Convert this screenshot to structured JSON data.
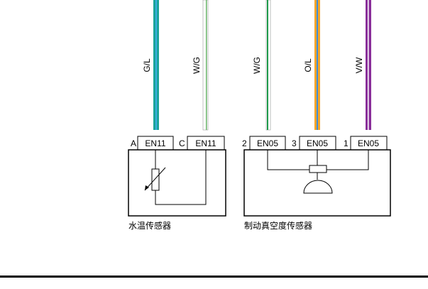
{
  "wires": [
    {
      "label": "G/L",
      "color": "#1aa39a",
      "stripe": "#3aaee0"
    },
    {
      "label": "W/G",
      "color": "#ffffff",
      "stripe": "#6ab56a"
    },
    {
      "label": "W/G",
      "color": "#ffffff",
      "stripe": "#1e9a4a"
    },
    {
      "label": "O/L",
      "color": "#f2a52c",
      "stripe": "#3f8ed6"
    },
    {
      "label": "V/W",
      "color": "#8a2f9a",
      "stripe": "#ffffff"
    }
  ],
  "water_temp_sensor": {
    "name": "水温传感器",
    "pins": [
      {
        "pin": "A",
        "connector": "EN11"
      },
      {
        "pin": "C",
        "connector": "EN11"
      }
    ]
  },
  "vacuum_sensor": {
    "name": "制动真空度传感器",
    "pins": [
      {
        "pin": "2",
        "connector": "EN05"
      },
      {
        "pin": "3",
        "connector": "EN05"
      },
      {
        "pin": "1",
        "connector": "EN05"
      }
    ]
  }
}
